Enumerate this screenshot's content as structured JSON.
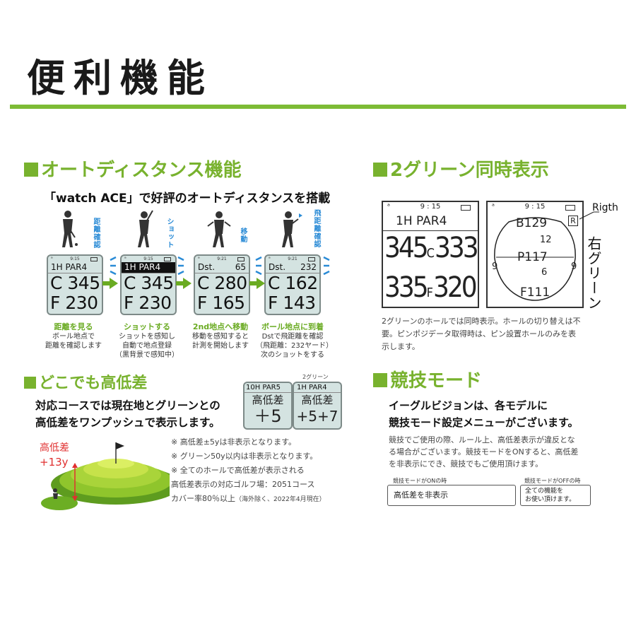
{
  "page_title": "便利機能",
  "colors": {
    "accent_green": "#78b22e",
    "sky_blue": "#2a8bd6",
    "screen_bg": "#d4e3e1",
    "alert_red": "#e03030"
  },
  "auto_distance": {
    "title": "オートディスタンス機能",
    "subtitle": "「watch ACE」で好評のオートディスタンスを搭載",
    "steps": [
      {
        "vlabel": "距離確認",
        "status": "9:15",
        "row1_left": "1H PAR4",
        "row1_right": "",
        "line1": "C 345",
        "line2": "F 230",
        "label": "距離を見る",
        "desc": [
          "ボール地点で",
          "距離を確認します"
        ]
      },
      {
        "vlabel": "ショット",
        "status": "9:15",
        "row1_left": "1H PAR4",
        "row1_right": "",
        "line1": "C 345",
        "line2": "F 230",
        "label": "ショットする",
        "desc": [
          "ショットを感知し",
          "自動で地点登録",
          "（黒背景で感知中）"
        ]
      },
      {
        "vlabel": "移動",
        "status": "9:21",
        "row1_left": "Dst.",
        "row1_right": "65",
        "line1": "C 280",
        "line2": "F 165",
        "label": "2nd地点へ移動",
        "desc": [
          "移動を感知すると",
          "計測を開始します"
        ]
      },
      {
        "vlabel": "飛距離確認",
        "status": "9:21",
        "row1_left": "Dst.",
        "row1_right": "232",
        "line1": "C 162",
        "line2": "F 143",
        "label": "ボール地点に到着",
        "desc": [
          "Dstで飛距離を確認",
          "（飛距離：232ヤード）",
          "次のショットをする"
        ]
      }
    ]
  },
  "elevation": {
    "title": "どこでも高低差",
    "lead": [
      "対応コースでは現在地とグリーンとの",
      "高低差をワンプッシュで表示します。"
    ],
    "two_green_tag": "2グリーン",
    "device1": {
      "row1": "10H PAR5",
      "label": "高低差",
      "value": "＋5"
    },
    "device2": {
      "row1": "1H PAR4",
      "label": "高低差",
      "value": "+5+7"
    },
    "callout_label": "高低差",
    "callout_value": "+13y",
    "notes": [
      "※ 高低差±5yは非表示となります。",
      "※ グリーン50y以内は非表示となります。",
      "※ 全てのホールで高低差が表示される",
      "高低差表示の対応ゴルフ場：2051コース"
    ],
    "coverage": "カバー率80％以上",
    "coverage_note": "（海外除く、2022年4月現在）"
  },
  "two_green": {
    "title": "2グリーン同時表示",
    "left": {
      "status": "9 : 15",
      "row1": "1H  PAR4",
      "line1_a": "345",
      "line1_mid": "C",
      "line1_b": "333",
      "line2_a": "335",
      "line2_mid": "F",
      "line2_b": "320"
    },
    "right": {
      "status": "9 : 15",
      "top": "B129",
      "badge": "R",
      "mid_top": "12",
      "center": "P117",
      "mid_bottom": "6",
      "left_num": "9",
      "right_num": "9",
      "bottom": "F111"
    },
    "callout_word": "Rigth",
    "side_label": "右グリーン",
    "desc": [
      "2グリーンのホールでは同時表示。ホールの切り替えは不",
      "要。ピンポジデータ取得時は、ピン設置ホールのみを表",
      "示します。"
    ]
  },
  "competition": {
    "title": "競技モード",
    "lead": [
      "イーグルビジョンは、各モデルに",
      "競技モード設定メニューがございます。"
    ],
    "desc": [
      "競技でご使用の際、ルール上、高低差表示が違反とな",
      "る場合がございます。競技モードをONすると、高低差",
      "を非表示にでき、競技でもご使用頂けます。"
    ],
    "on_label": "競技モードがONの時",
    "on_text": "高低差を非表示",
    "off_label": "競技モードがOFFの時",
    "off_text": [
      "全ての機能を",
      "お使い頂けます。"
    ]
  }
}
